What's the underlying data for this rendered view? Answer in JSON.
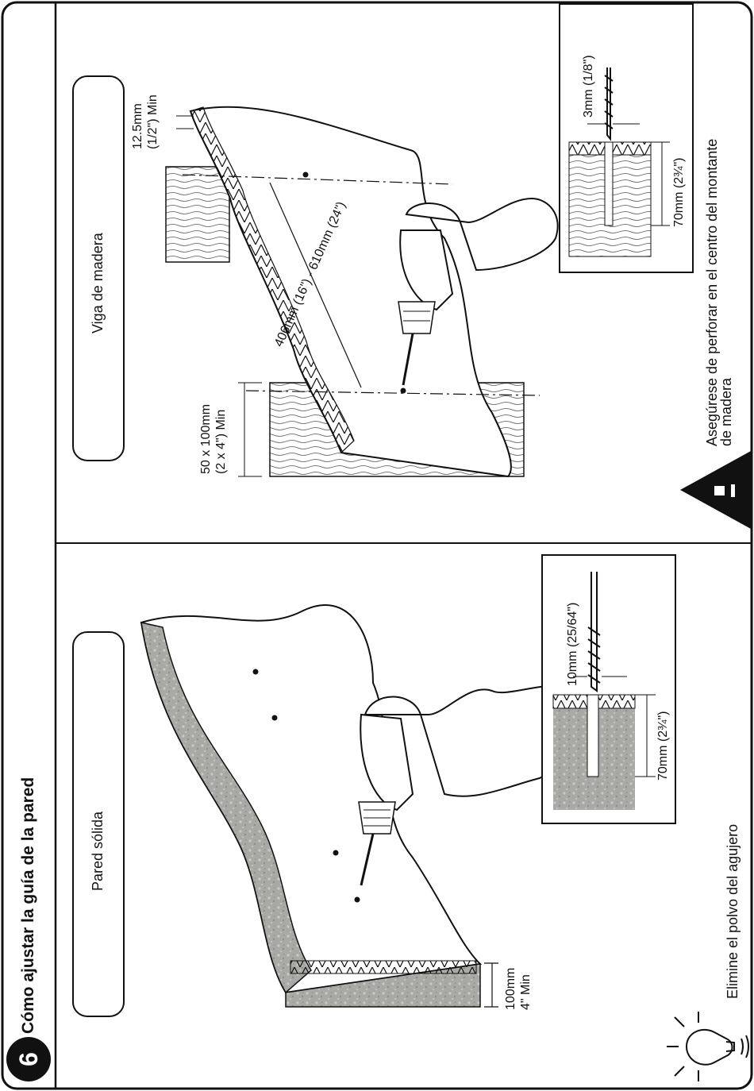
{
  "header": {
    "step_number": "6",
    "title": "Cómo ajustar la guía de la pared"
  },
  "solid_wall": {
    "label": "Pared sólida",
    "thickness_line1": "100mm",
    "thickness_line2": "4\" Min",
    "bit_size": "10mm (25/64\")",
    "depth": "70mm (2¾\")",
    "tip": "Elimine el polvo del agujero"
  },
  "wood_stud": {
    "label": "Viga de madera",
    "plaster_line1": "12.5mm",
    "plaster_line2": "(1/2\") Min",
    "stud_size_line1": "50 x 100mm",
    "stud_size_line2": "(2 x 4\") Min",
    "spacing": "406mm (16\") - 610mm (24\")",
    "bit_size": "3mm (1/8\")",
    "depth": "70mm (2¾\")",
    "warning_line1": "Asegúrese de perforar en el centro del montante",
    "warning_line2": "de madera"
  },
  "icons": {
    "tip": "lightbulb-icon",
    "warning": "warning-triangle-icon",
    "tool": "drill-icon"
  }
}
